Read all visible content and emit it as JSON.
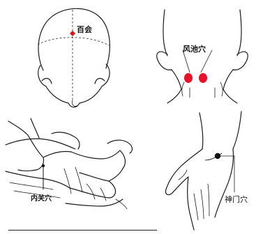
{
  "panels": [
    {
      "id": "baihui",
      "label": "百会",
      "point_color": "#d61a1a"
    },
    {
      "id": "fengchi",
      "label": "风池穴",
      "point_color": "#e8102a"
    },
    {
      "id": "neiguan",
      "label": "内关穴",
      "point_color": "#111111"
    },
    {
      "id": "shenmen",
      "label": "神门穴",
      "point_color": "#111111"
    }
  ]
}
